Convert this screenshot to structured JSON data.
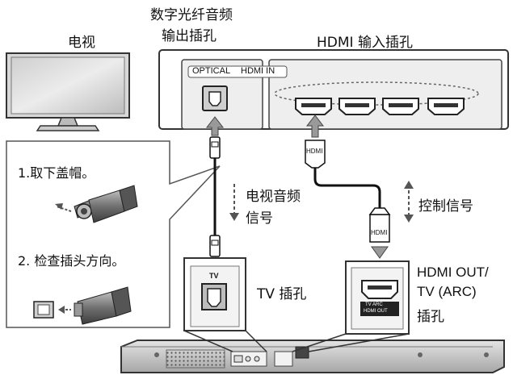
{
  "labels": {
    "tv": "电视",
    "optical_out_line1": "数字光纤音频",
    "optical_out_line2": "输出插孔",
    "hdmi_in_jack": "HDMI 输入插孔",
    "optical_port_label": "OPTICAL",
    "hdmi_in_port_label": "HDMI IN",
    "step1": "1.取下盖帽。",
    "step2": "2. 检查插头方向。",
    "tv_audio_line1": "电视音频",
    "tv_audio_line2": "信号",
    "control_signal": "控制信号",
    "hdmi_plug_top": "HDMI",
    "hdmi_plug_bottom": "HDMI",
    "tv_jack": "TV 插孔",
    "tv_jack_small": "TV",
    "hdmi_out_line1": "HDMI OUT/",
    "hdmi_out_line2": "TV (ARC)",
    "hdmi_out_line3": "插孔",
    "arc_small_line1": "TV ARC",
    "arc_small_line2": "HDMI OUT"
  }
}
